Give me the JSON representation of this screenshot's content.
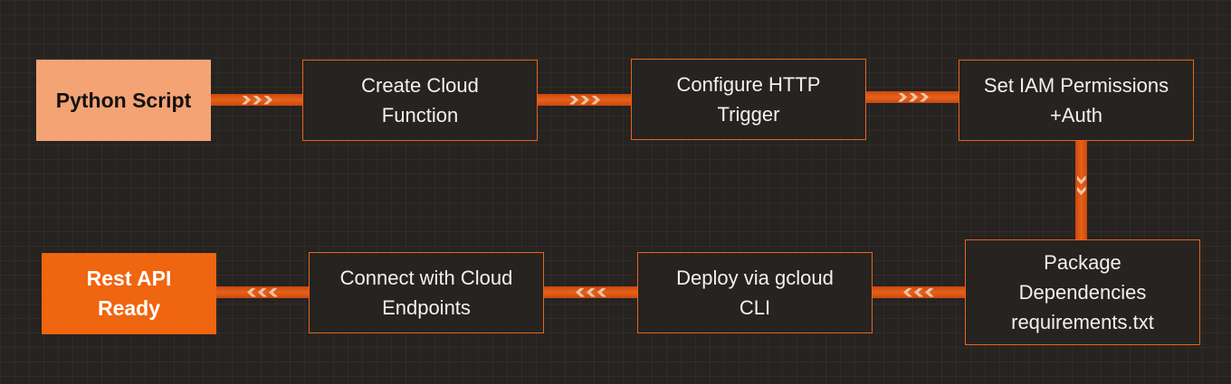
{
  "nodes": {
    "python_script": "Python Script",
    "create_cloud_function": "Create Cloud\nFunction",
    "configure_http_trigger": "Configure HTTP\nTrigger",
    "set_iam_permissions": "Set IAM Permissions\n+Auth",
    "package_dependencies": "Package\nDependencies\nrequirements.txt",
    "deploy_gcloud": "Deploy via gcloud\nCLI",
    "connect_endpoints": "Connect with Cloud\nEndpoints",
    "rest_api_ready": "Rest API\nReady"
  },
  "colors": {
    "background": "#262321",
    "accent": "#e8641c",
    "start_fill": "#f4a374",
    "end_fill": "#f0650f",
    "chevron": "#f1c6a6"
  }
}
